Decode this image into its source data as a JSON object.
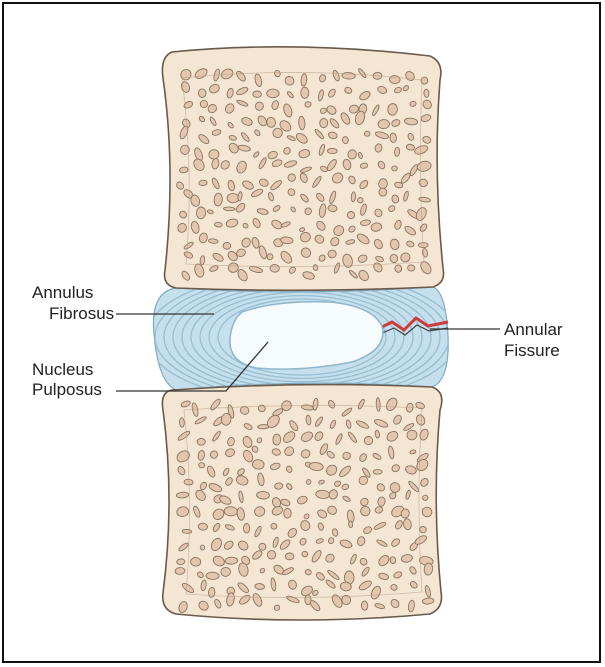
{
  "labels": {
    "annulus_fibrosus_line1": "Annulus",
    "annulus_fibrosus_line2": "Fibrosus",
    "nucleus_pulposus_line1": "Nucleus",
    "nucleus_pulposus_line2": "Pulposus",
    "annular_fissure_line1": "Annular",
    "annular_fissure_line2": "Fissure"
  },
  "colors": {
    "bone_fill": "#f4e6d2",
    "bone_outline": "#6b5a4a",
    "pore_fill": "#e2c6ae",
    "pore_stroke": "#8b7462",
    "disc_fill": "#c6dfec",
    "disc_rings": "#97bed4",
    "nucleus_fill": "#f6fbfd",
    "fissure": "#d23a3a",
    "leader_line": "#333333"
  }
}
